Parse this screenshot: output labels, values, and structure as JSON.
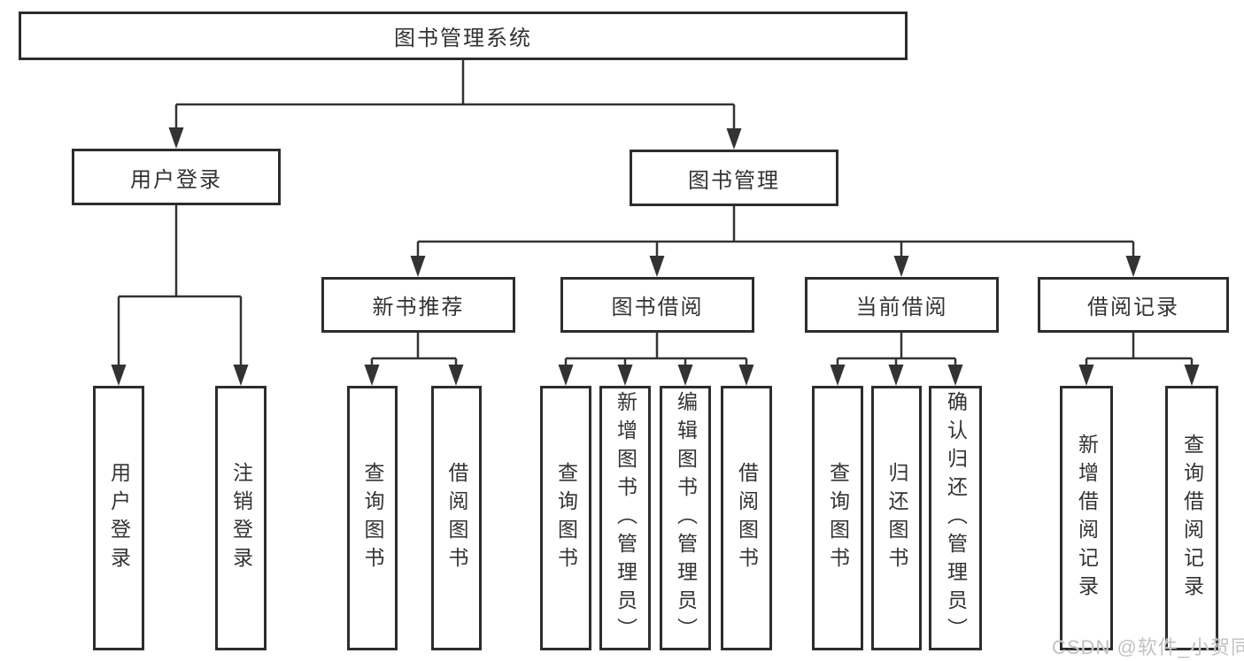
{
  "page": {
    "background": "#ffffff"
  },
  "colors": {
    "line": "#333333",
    "box_border": "#2d2d2d",
    "text": "#333333",
    "watermark_text": "#c2c2c2"
  },
  "nodes": {
    "root": "图书管理系统",
    "user_login": "用户登录",
    "book_management": "图书管理",
    "new_book_recommend": "新书推荐",
    "book_borrow": "图书借阅",
    "current_borrow": "当前借阅",
    "borrow_record": "借阅记录",
    "ul_user_login": "用户登录",
    "ul_logout": "注销登录",
    "nb_query_book": "查询图书",
    "nb_borrow_book": "借阅图书",
    "bb_query_book": "查询图书",
    "bb_add_book": "新增图书（管理员）",
    "bb_edit_book": "编辑图书（管理员）",
    "bb_borrow_book": "借阅图书",
    "cb_query_book": "查询图书",
    "cb_return_book": "归还图书",
    "cb_confirm_return": "确认归还（管理员）",
    "br_add_record": "新增借阅记录",
    "br_query_record": "查询借阅记录"
  },
  "watermark": "CSDN @软件_小贺同学"
}
